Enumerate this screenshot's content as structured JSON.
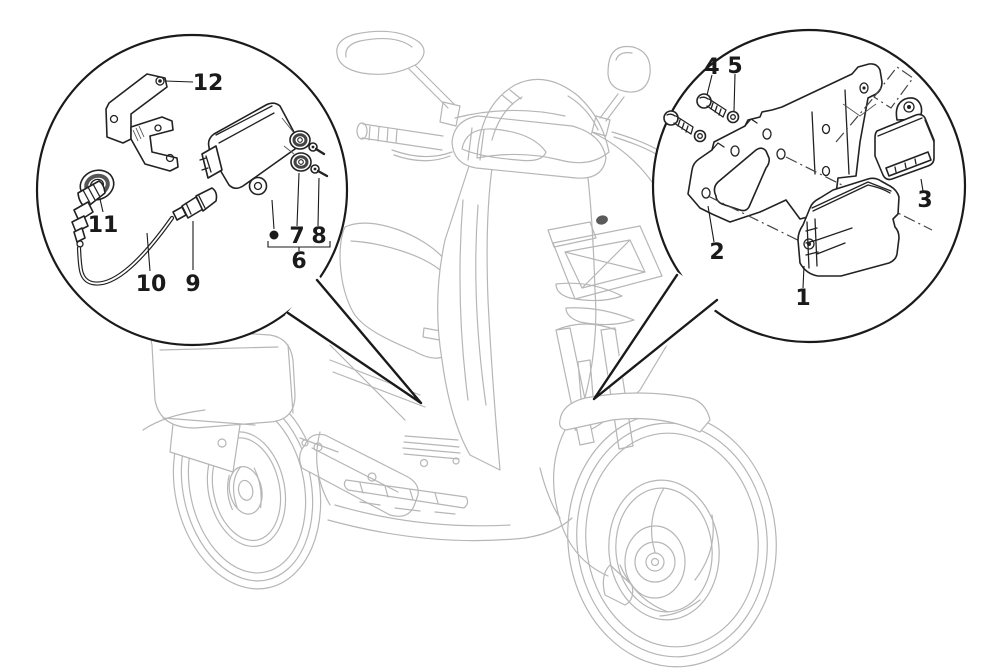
{
  "figure": {
    "kind": "exploded-parts-diagram",
    "subject": "scooter electrical components with two callout bubbles",
    "background_color": "#ffffff",
    "callout_line_color": "#1a1a1a",
    "part_line_color": "#222222",
    "scooter_line_color": "#b6b6b6"
  },
  "labels": {
    "p1": "1",
    "p2": "2",
    "p3": "3",
    "p4": "4",
    "p5": "5",
    "p6": "6",
    "p7": "7",
    "p8": "8",
    "p9": "9",
    "p10": "10",
    "p11": "11",
    "p12": "12"
  },
  "callouts": {
    "left_bubble_parts": [
      "12",
      "11",
      "10",
      "9",
      "6",
      "7",
      "8"
    ],
    "right_bubble_parts": [
      "4",
      "5",
      "2",
      "3",
      "1"
    ]
  }
}
